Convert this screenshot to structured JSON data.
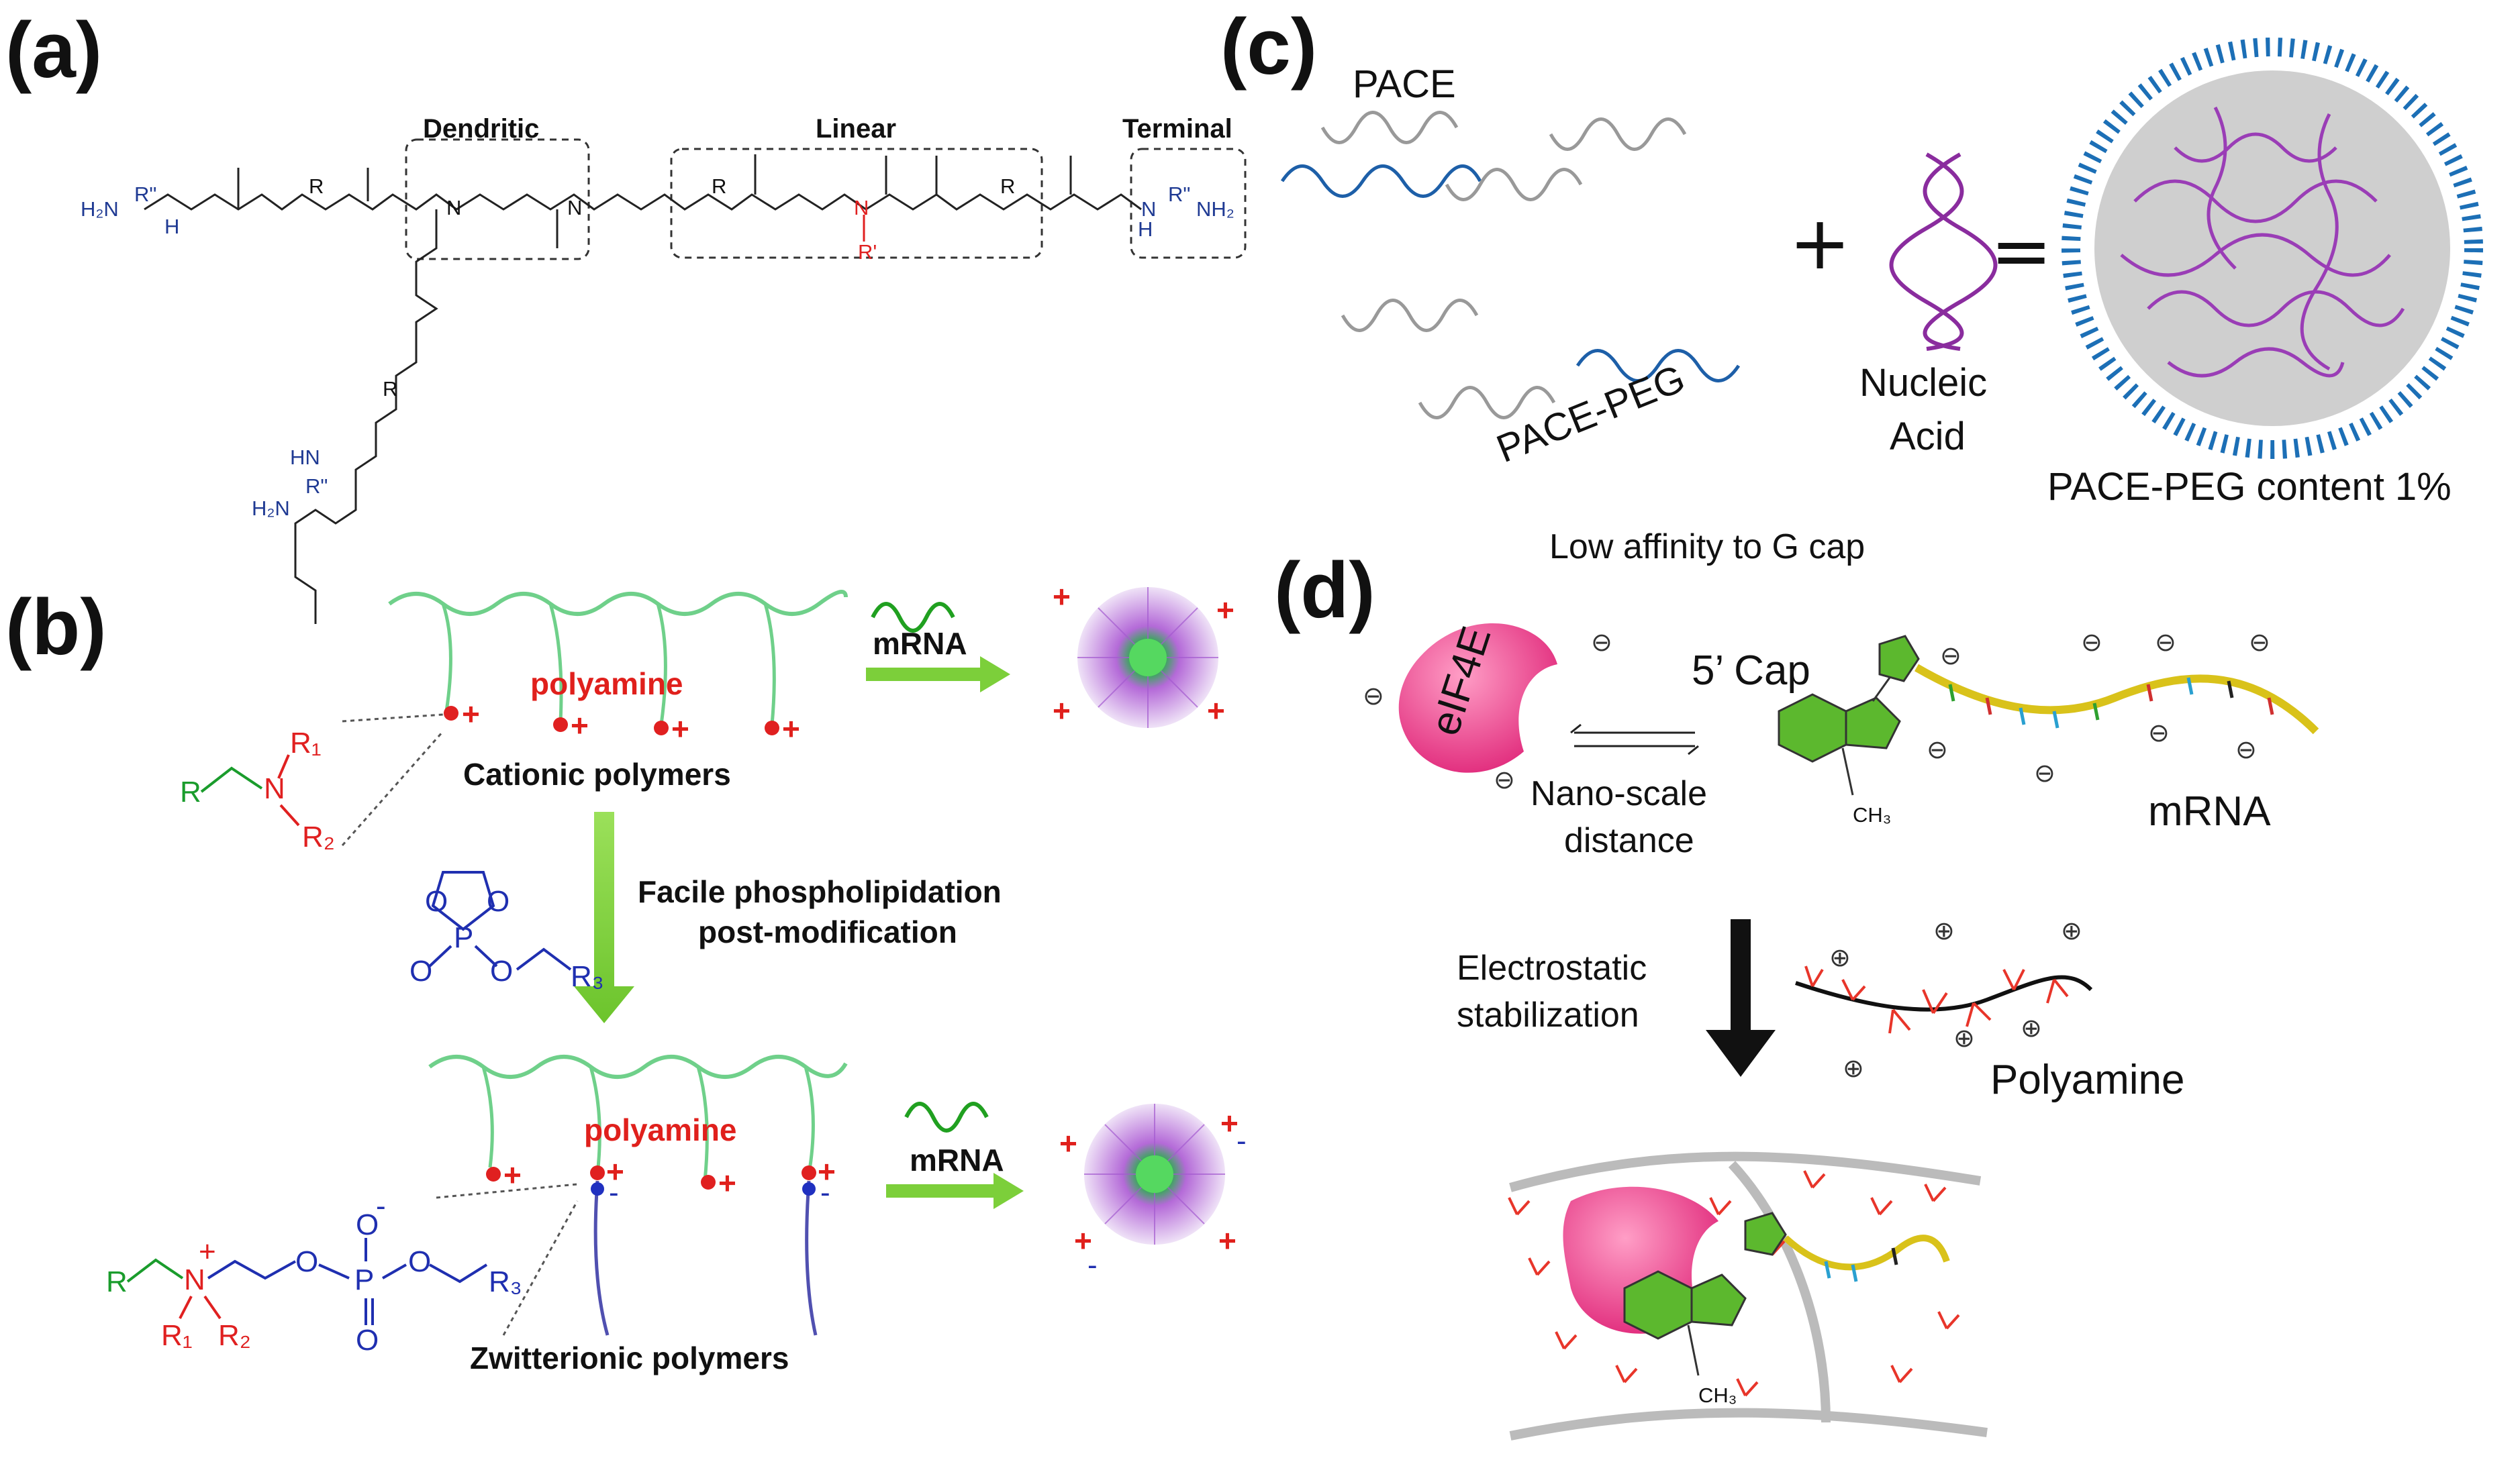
{
  "panels": {
    "a": {
      "letter": "(a)",
      "boxes": {
        "dendritic": "Dendritic",
        "linear": "Linear",
        "terminal": "Terminal"
      },
      "atoms": {
        "h2n": "H₂N",
        "r2": "R\"",
        "h": "H",
        "r": "R",
        "n": "N",
        "rprime": "R'",
        "hn": "HN",
        "nh": "NH₂"
      }
    },
    "b": {
      "letter": "(b)",
      "polyamine": "polyamine",
      "cationic": "Cationic polymers",
      "zwitterionic": "Zwitterionic polymers",
      "step": "Facile phospholipidation",
      "step2": "post-modification",
      "mrna": "mRNA",
      "atoms": {
        "R": "R",
        "N": "N",
        "R1": "R₁",
        "R2": "R₂",
        "R3": "R₃",
        "O": "O",
        "P": "P"
      }
    },
    "c": {
      "letter": "(c)",
      "pace": "PACE",
      "pace_peg": "PACE-PEG",
      "nucleic1": "Nucleic",
      "nucleic2": "Acid",
      "plus": "+",
      "equals": "=",
      "content": "PACE-PEG content 1%"
    },
    "d": {
      "letter": "(d)",
      "low_affinity": "Low affinity to G cap",
      "eif4e": "eIF4E",
      "cap": "5’ Cap",
      "nano1": "Nano-scale",
      "nano2": "distance",
      "ch3": "CH₃",
      "mrna": "mRNA",
      "electro1": "Electrostatic",
      "electro2": "stabilization",
      "polyamine": "Polyamine"
    }
  },
  "colors": {
    "polymer_green": "#6fd08a",
    "cation_red": "#e02020",
    "arrow_green": "#7ccf3a",
    "nanoparticle_purple": "#9b3fc2",
    "peg_blue": "#1c6fb6",
    "nucleic_purple": "#8a2c9e",
    "eif4e_pink": "#e8327c",
    "cap_green": "#5cb82e",
    "mrna_yellow": "#d9c21a",
    "polyamine_red": "#e8352a"
  }
}
